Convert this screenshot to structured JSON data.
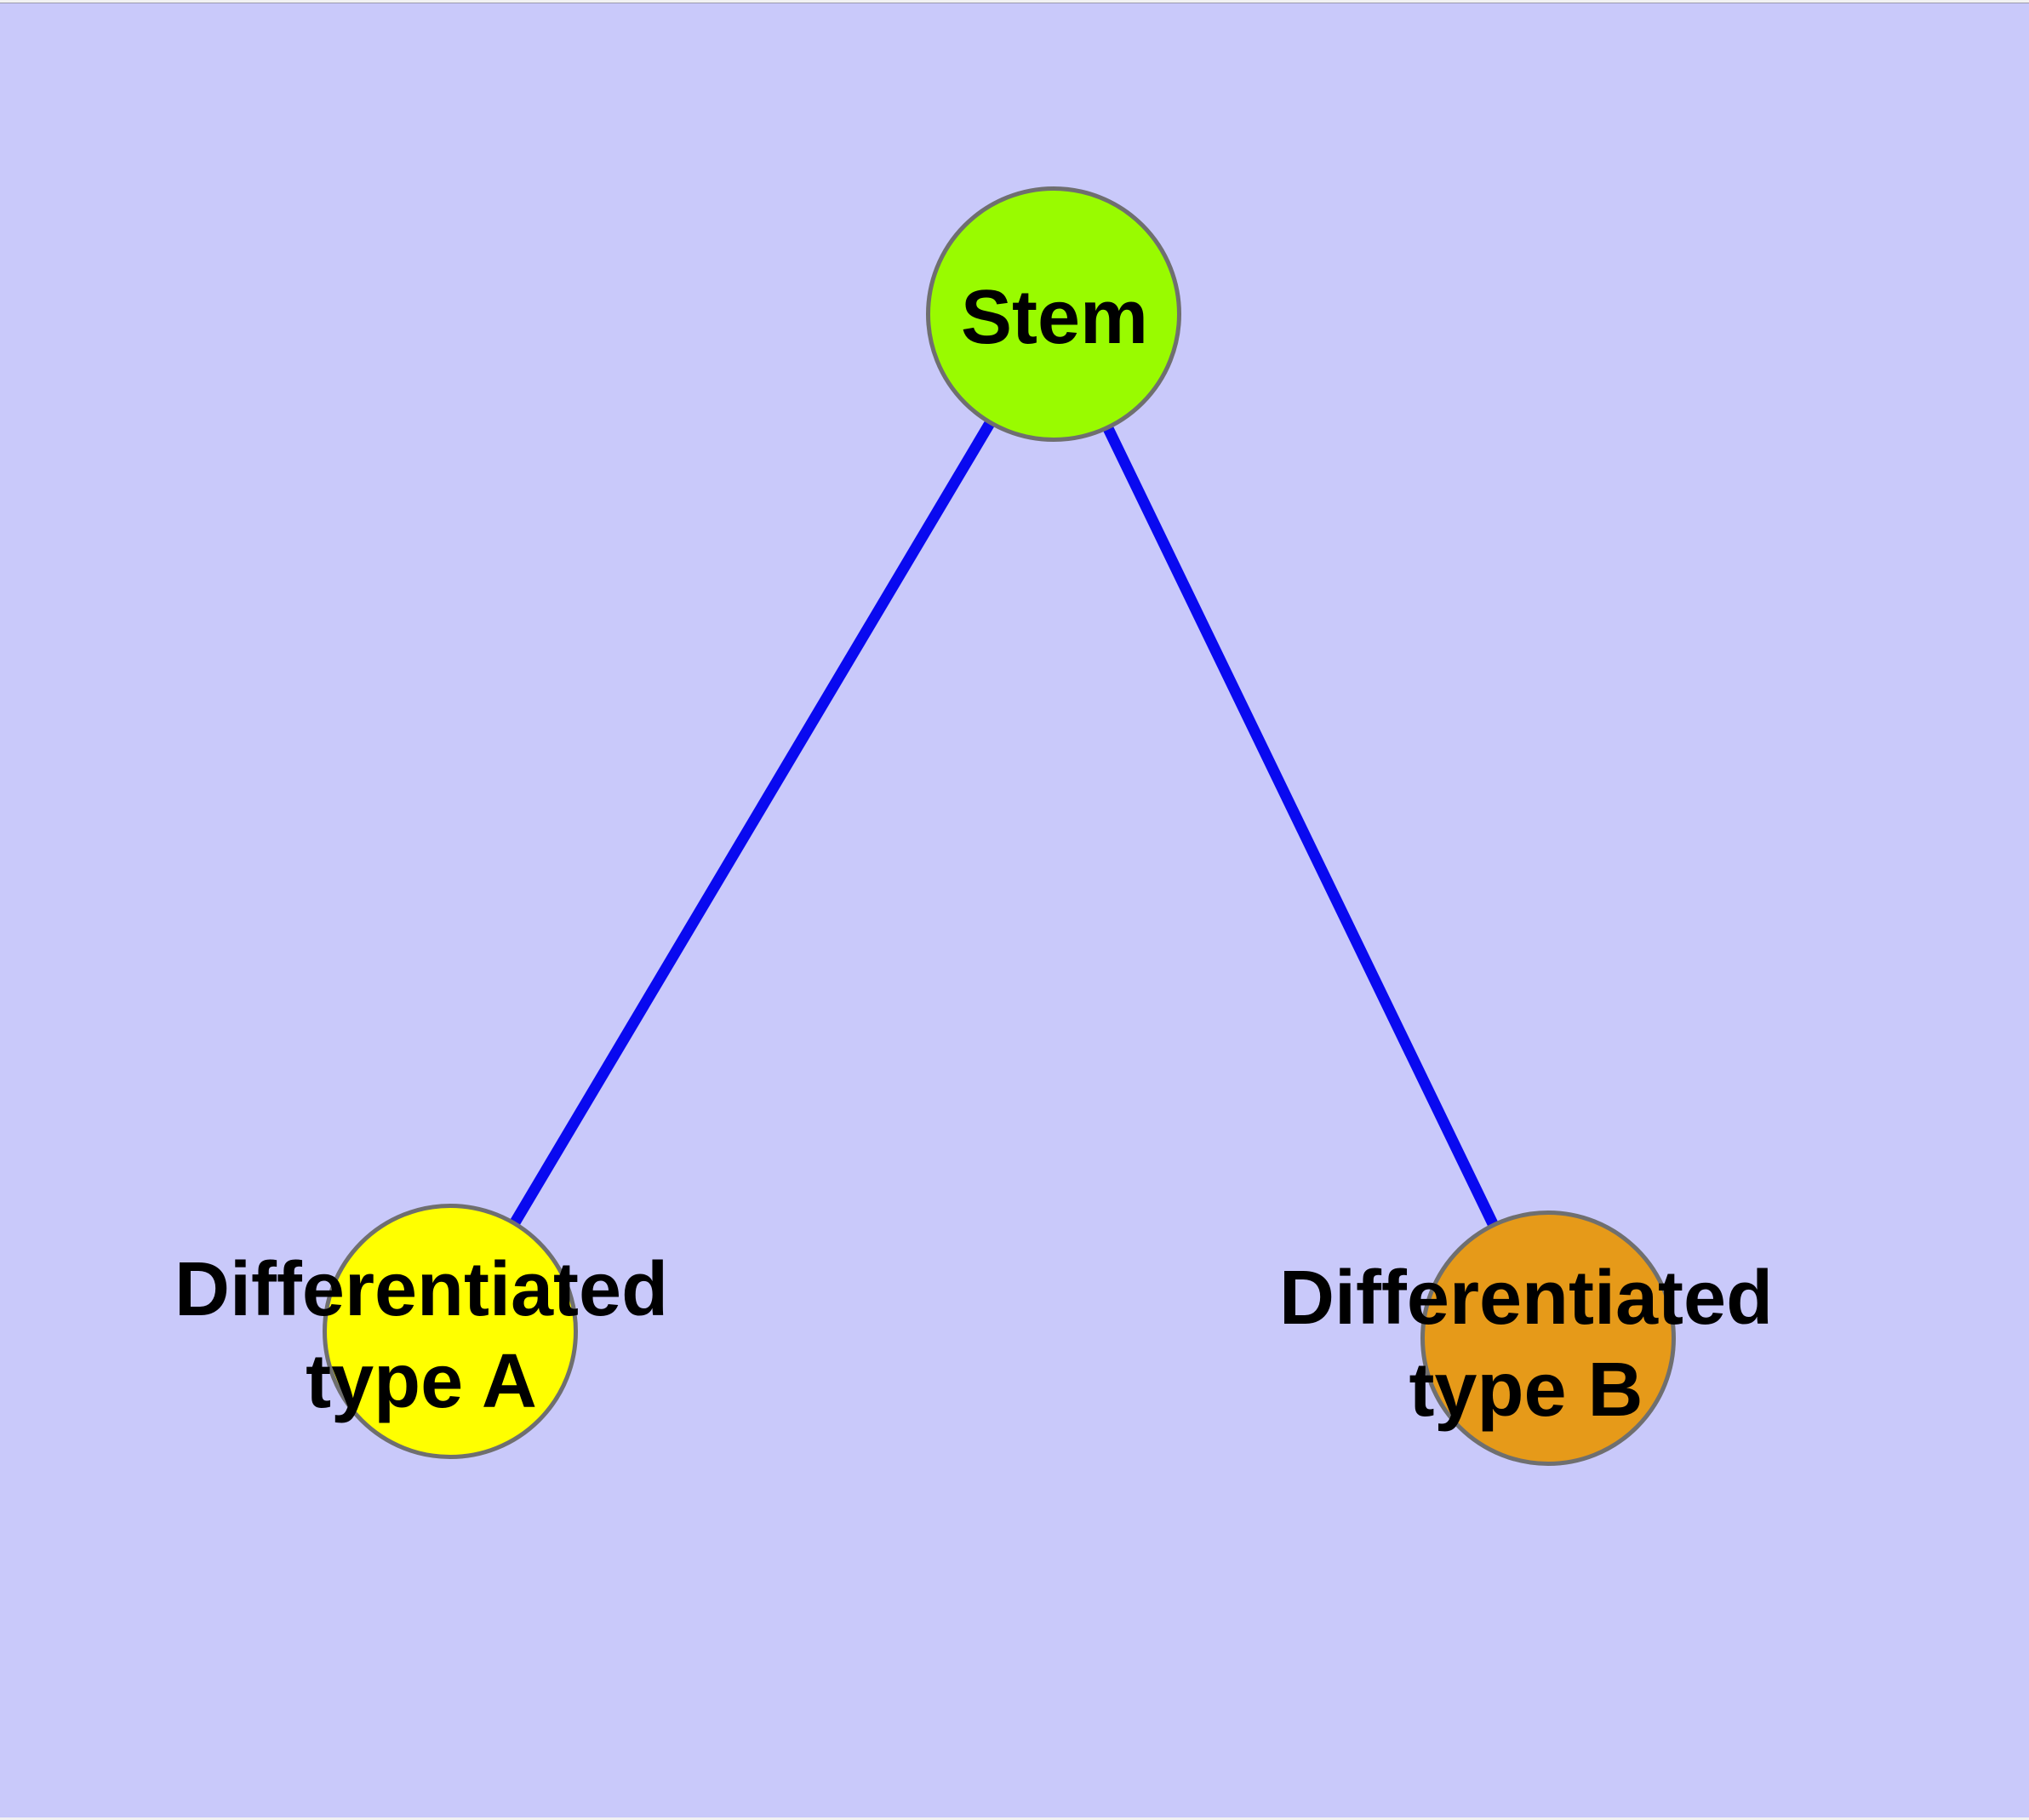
{
  "diagram": {
    "type": "node-link-graph",
    "description": "Cell differentiation lineage diagram: one stem node branching to two differentiated types"
  },
  "colors": {
    "background": "#c9c9fa",
    "node_border": "#6f6f6f",
    "edge": "#0909f0",
    "label_text": "#000000"
  },
  "nodes": {
    "stem": {
      "label": "Stem",
      "fill": "#99fb00"
    },
    "type_a": {
      "label": "Differentiated\ntype A",
      "fill": "#ffff00"
    },
    "type_b": {
      "label": "Differentiated\ntype B",
      "fill": "#e69a19"
    }
  },
  "edges": [
    {
      "from": "Stem",
      "to": "Differentiated type A"
    },
    {
      "from": "Stem",
      "to": "Differentiated type B"
    }
  ]
}
